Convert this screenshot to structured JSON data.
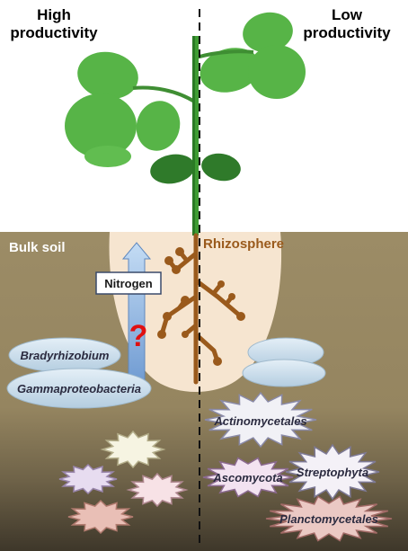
{
  "labels": {
    "high_productivity_line1": "High",
    "high_productivity_line2": "productivity",
    "low_productivity_line1": "Low",
    "low_productivity_line2": "productivity",
    "bulk_soil": "Bulk soil",
    "rhizosphere": "Rhizosphere",
    "nitrogen": "Nitrogen",
    "question_mark": "?"
  },
  "taxa": {
    "bradyrhizobium": "Bradyrhizobium",
    "gammaproteobacteria": "Gammaproteobacteria",
    "actinomycetales": "Actinomycetales",
    "ascomycota": "Ascomycota",
    "streptophyta": "Streptophyta",
    "planctomycetales": "Planctomycetales"
  },
  "colors": {
    "soil": "#9a8a63",
    "rhizosphere": "#f5e4cf",
    "leaf_light": "#57b447",
    "leaf_dark": "#2f7a2a",
    "root": "#9a5a1c",
    "nitrogen_arrow": "#7aa7dc",
    "ellipse_blue": "#c9dcea",
    "question_mark": "#e01010"
  }
}
